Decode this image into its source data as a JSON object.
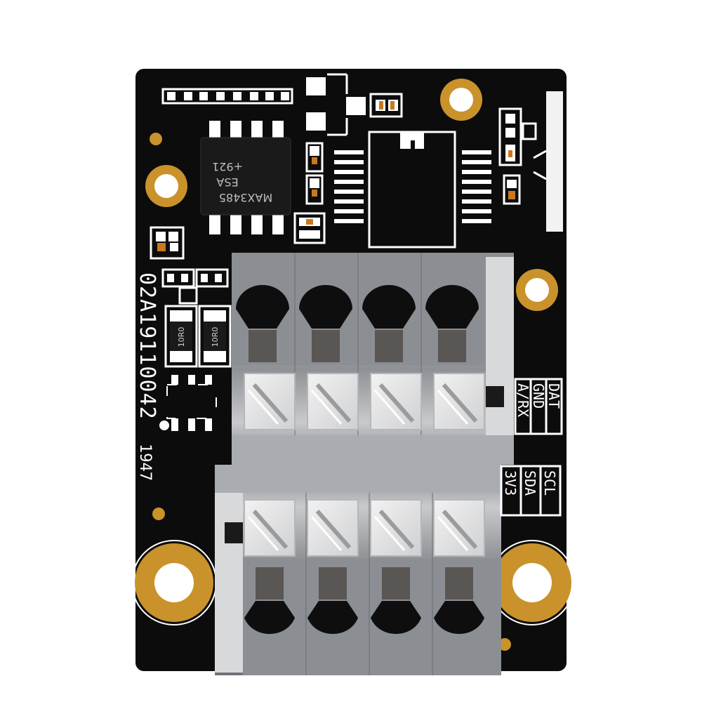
{
  "board": {
    "ic_main_text": [
      "MAX3485",
      "ESA",
      "+921"
    ],
    "resistor_label": "10R0",
    "serial_number": "02A19110042",
    "date_code": "1947",
    "upper_connector_pins": [
      "DAT",
      "GND",
      "A/RX"
    ],
    "lower_connector_pins": [
      "SCL",
      "SDA",
      "3V3"
    ]
  },
  "colors": {
    "pcb": "#0c0c0c",
    "pad_gold": "#c9922b",
    "silkscreen": "#ffffff",
    "connector_body": "#9fa2a6",
    "lever": "#e6e6e6"
  }
}
